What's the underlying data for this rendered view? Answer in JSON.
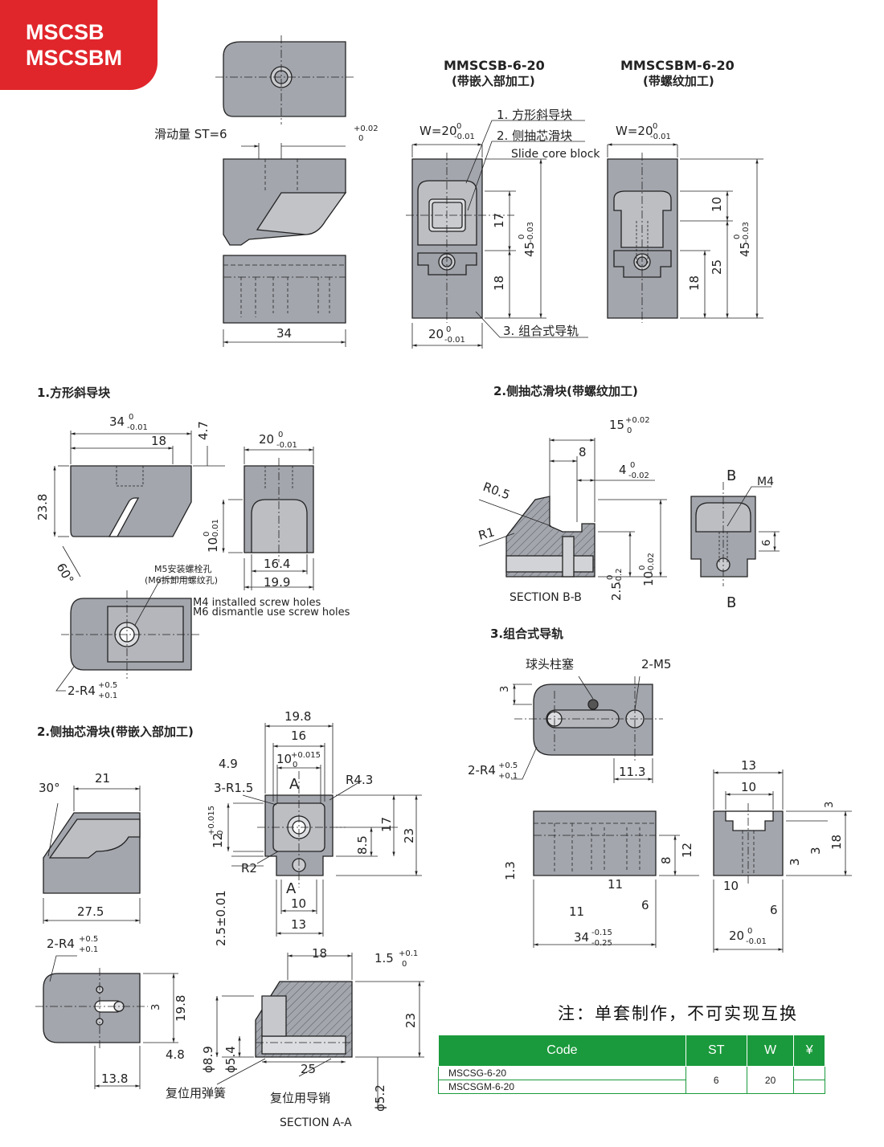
{
  "badge": {
    "line1": "MSCSB",
    "line2": "MSCSBM"
  },
  "top": {
    "title_b": "MMSCSB-6-20",
    "title_b_cn": "(带嵌入部加工)",
    "title_bm": "MMSCSBM-6-20",
    "title_bm_cn": "(带螺纹加工)",
    "st_label": "滑动量 ST=6",
    "st_tol": "+0.02",
    "st_tol0": "0",
    "dim34": "34",
    "w_b": "W=20",
    "w_tol": "0",
    "w_tol2": "-0.01",
    "w_bm": "W=20",
    "callout1": "1. 方形斜导块",
    "callout2": "2. 侧抽芯滑块",
    "callout2_en": "Slide core block",
    "callout3": "3. 组合式导轨",
    "d17": "17",
    "d18": "18",
    "d45": "45",
    "d45_tol": "0",
    "d45_tol2": "-0.03",
    "d20b": "20",
    "d20_tol": "0",
    "d20_tol2": "-0.01",
    "d10": "10",
    "d25": "25",
    "d18b": "18"
  },
  "sec1": {
    "title": "1.方形斜导块",
    "d34": "34",
    "d34_tol": "0",
    "d34_tol2": "-0.01",
    "d18": "18",
    "d47": "4.7",
    "d238": "23.8",
    "d60": "60°",
    "d20": "20",
    "d20_tol": "0",
    "d20_tol2": "-0.01",
    "d10": "10",
    "d10_tol": "0",
    "d10_tol2": "-0.01",
    "d164": "16.4",
    "d199": "19.9",
    "m5cn": "M5安装螺栓孔",
    "m6cn": "(M6拆卸用螺纹孔)",
    "m4en": "M4 installed screw holes",
    "m6en": "M6 dismantle use screw holes",
    "r4": "2-R4",
    "r4_tol": "+0.5",
    "r4_tol2": "+0.1"
  },
  "sec2m": {
    "title": "2.侧抽芯滑块(带螺纹加工)",
    "d15": "15",
    "d15_tol": "+0.02",
    "d15_tol2": "0",
    "d8": "8",
    "d4": "4",
    "d4_tol": "0",
    "d4_tol2": "-0.02",
    "r05": "R0.5",
    "r1": "R1",
    "d25": "2.5",
    "d25_tol": "0",
    "d25_tol2": "-0.2",
    "d10": "10",
    "d10_tol": "0",
    "d10_tol2": "-0.02",
    "section": "SECTION B-B",
    "b": "B",
    "m4": "M4",
    "d6": "6"
  },
  "sec3": {
    "title": "3.组合式导轨",
    "ball": "球头柱塞",
    "m5": "2-M5",
    "d3": "3",
    "r4": "2-R4",
    "r4_tol": "+0.5",
    "r4_tol2": "+0.1",
    "d113": "11.3",
    "d13": "13",
    "d10": "10",
    "d3b": "3",
    "d18": "18",
    "d13b": "1.3",
    "d11": "11",
    "d8": "8",
    "d12": "12",
    "d6": "6",
    "d34": "34",
    "d34_tol": "-0.15",
    "d34_tol2": "-0.25",
    "d11b": "11",
    "d6b": "6",
    "d10b": "10",
    "d3c": "3",
    "d3d": "3",
    "d6c": "6",
    "d20": "20",
    "d20_tol": "0",
    "d20_tol2": "-0.01"
  },
  "sec2": {
    "title": "2.侧抽芯滑块(带嵌入部加工)",
    "d30": "30°",
    "d21": "21",
    "d275": "27.5",
    "r4": "2-R4",
    "r4_tol": "+0.5",
    "r4_tol2": "+0.1",
    "d3": "3",
    "d198": "19.8",
    "d48": "4.8",
    "d138": "13.8",
    "f198": "19.8",
    "f16": "16",
    "f49": "4.9",
    "f10": "10",
    "f10_tol": "+0.015",
    "f10_tol2": "0",
    "fr15": "3-R1.5",
    "fr43": "R4.3",
    "fa": "A",
    "f12": "12",
    "f12_tol": "+0.015",
    "f12_tol2": "0",
    "f85": "8.5",
    "f17": "17",
    "f23": "23",
    "fr2": "R2",
    "fa2": "A",
    "f10b": "10",
    "f13": "13",
    "f25": "2.5±0.01",
    "s18": "18",
    "s15": "1.5",
    "s15_tol": "+0.1",
    "s15_tol2": "0",
    "s89": "ϕ8.9",
    "s54": "ϕ5.4",
    "s25": "25",
    "s23": "23",
    "s52": "ϕ5.2",
    "spring": "复位用弹簧",
    "pin": "复位用导销",
    "section": "SECTION A-A"
  },
  "note": "注：单套制作，不可实现互换",
  "table": {
    "headers": [
      "Code",
      "ST",
      "W",
      "¥"
    ],
    "codes": [
      "MSCSG-6-20",
      "MSCSGM-6-20"
    ],
    "st": "6",
    "w": "20"
  },
  "colors": {
    "part_fill": "#a3a6ad",
    "badge": "#e0262b",
    "table_header": "#1a9a3c"
  }
}
